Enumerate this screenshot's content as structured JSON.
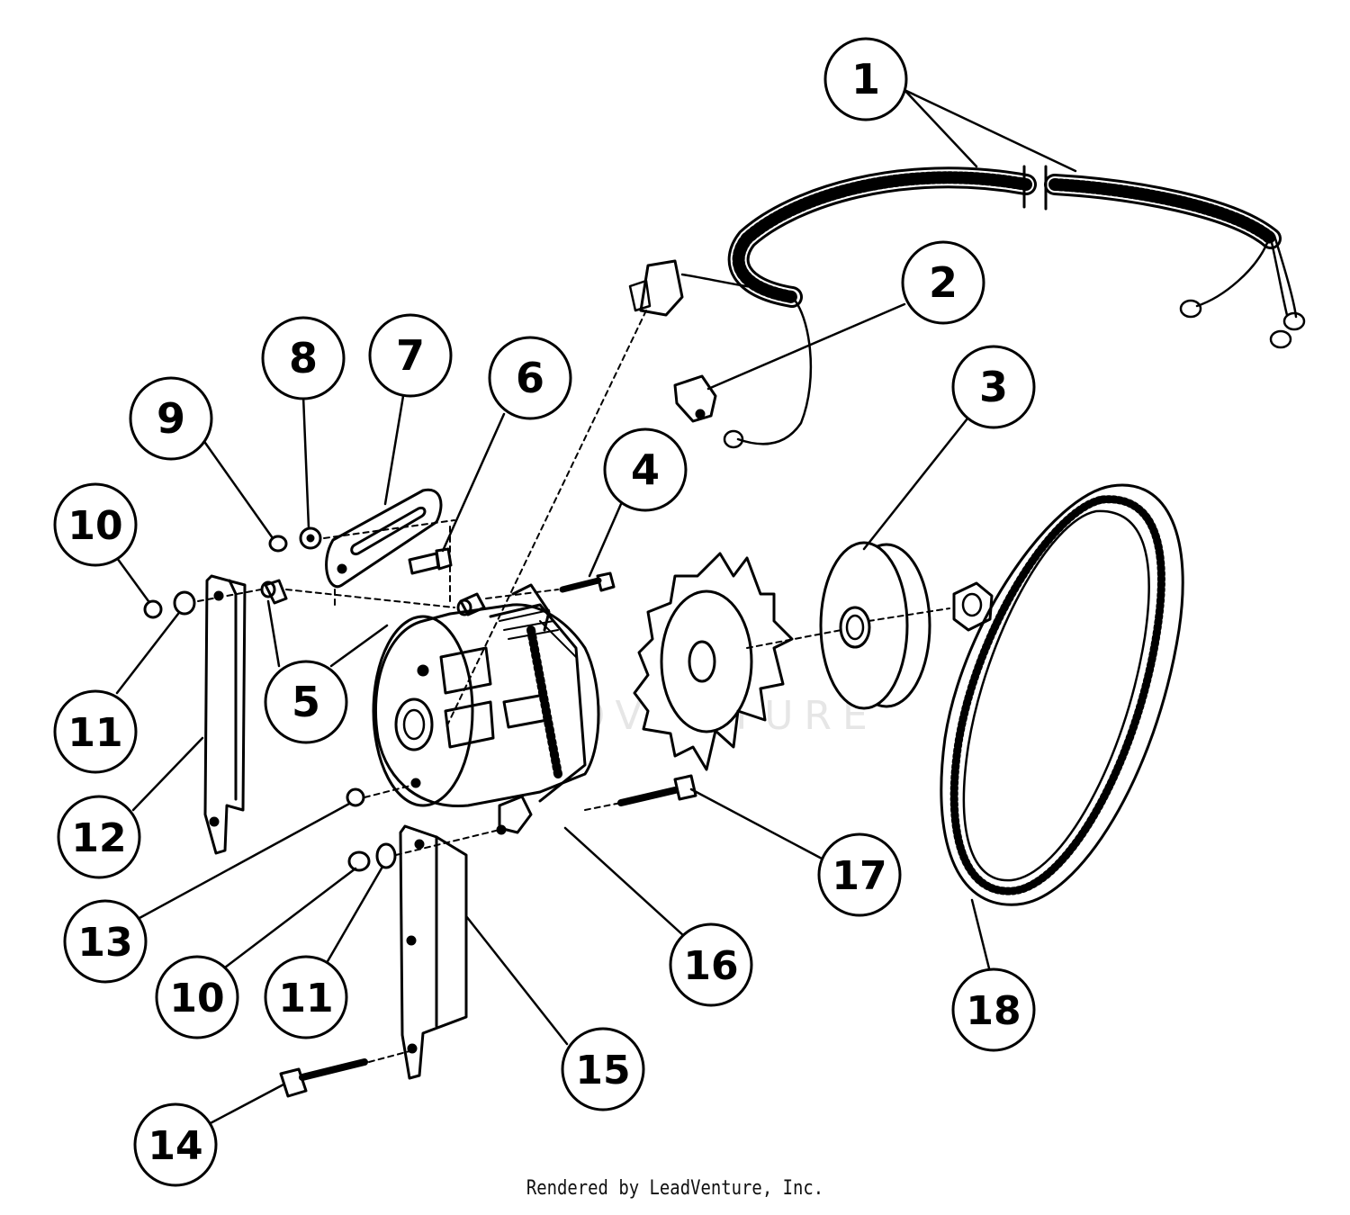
{
  "callouts": [
    {
      "id": "c1",
      "label": "1"
    },
    {
      "id": "c2",
      "label": "2"
    },
    {
      "id": "c3",
      "label": "3"
    },
    {
      "id": "c4",
      "label": "4"
    },
    {
      "id": "c5",
      "label": "5"
    },
    {
      "id": "c6",
      "label": "6"
    },
    {
      "id": "c7",
      "label": "7"
    },
    {
      "id": "c8",
      "label": "8"
    },
    {
      "id": "c9",
      "label": "9"
    },
    {
      "id": "c10a",
      "label": "10"
    },
    {
      "id": "c11a",
      "label": "11"
    },
    {
      "id": "c12",
      "label": "12"
    },
    {
      "id": "c13",
      "label": "13"
    },
    {
      "id": "c10b",
      "label": "10"
    },
    {
      "id": "c11b",
      "label": "11"
    },
    {
      "id": "c14",
      "label": "14"
    },
    {
      "id": "c15",
      "label": "15"
    },
    {
      "id": "c16",
      "label": "16"
    },
    {
      "id": "c17",
      "label": "17"
    },
    {
      "id": "c18",
      "label": "18"
    }
  ],
  "watermark": {
    "text": "LEADVENTURE"
  },
  "credit": "Rendered by LeadVenture, Inc."
}
